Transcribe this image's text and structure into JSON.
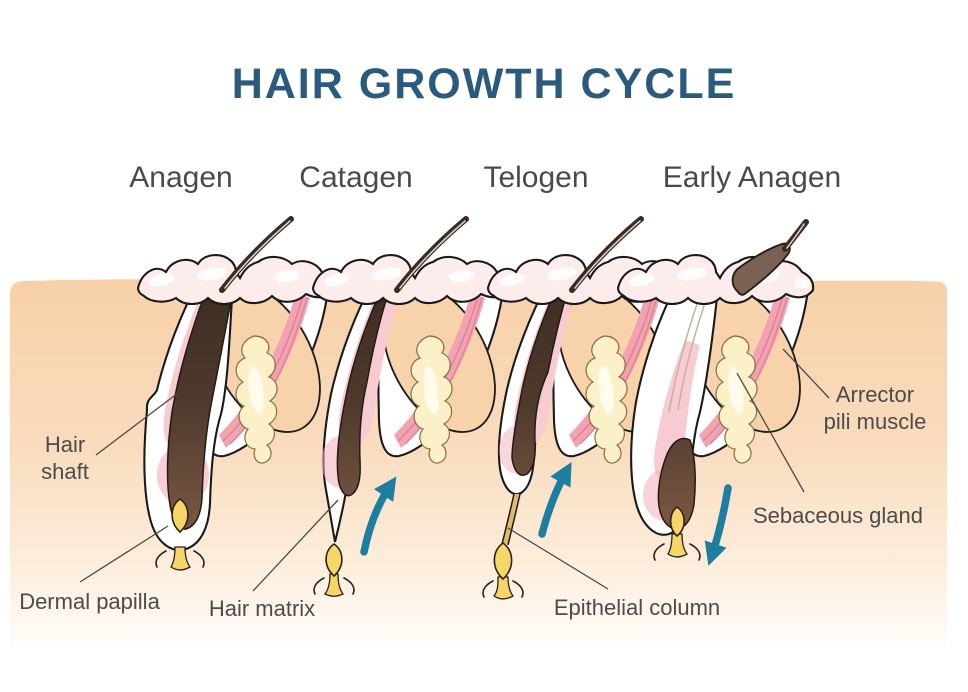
{
  "title": "HAIR GROWTH CYCLE",
  "phases": [
    {
      "label": "Anagen"
    },
    {
      "label": "Catagen"
    },
    {
      "label": "Telogen"
    },
    {
      "label": "Early Anagen"
    }
  ],
  "annotations": {
    "hair_shaft": "Hair\nshaft",
    "dermal_papilla": "Dermal papilla",
    "hair_matrix": "Hair matrix",
    "epithelial_column": "Epithelial column",
    "arrector_pili_muscle": "Arrector\npili muscle",
    "sebaceous_gland": "Sebaceous gland"
  },
  "arrows": [
    {
      "phase": "Catagen",
      "direction": "up",
      "icon": "curved-up-arrow"
    },
    {
      "phase": "Telogen",
      "direction": "up",
      "icon": "curved-up-arrow"
    },
    {
      "phase": "Early Anagen",
      "direction": "down",
      "icon": "curved-down-arrow"
    }
  ],
  "colors": {
    "title_text": "#2a5a7d",
    "label_text": "#4a4a4a",
    "arrow": "#1e7e9f",
    "skin_top": "#f7d0a8",
    "skin_fade": "#fffdfb",
    "epidermis": "#fceceb",
    "muscle_pink": "#f1a3b1",
    "muscle_streak": "#df8093",
    "sheath_pink": "#f8cbd2",
    "gland_cream": "#fbf0c8",
    "hair_brown_dark": "#3a2b21",
    "hair_brown_light": "#7d5a45",
    "papilla_yellow": "#f6d667",
    "outline": "#1a1a1a"
  }
}
